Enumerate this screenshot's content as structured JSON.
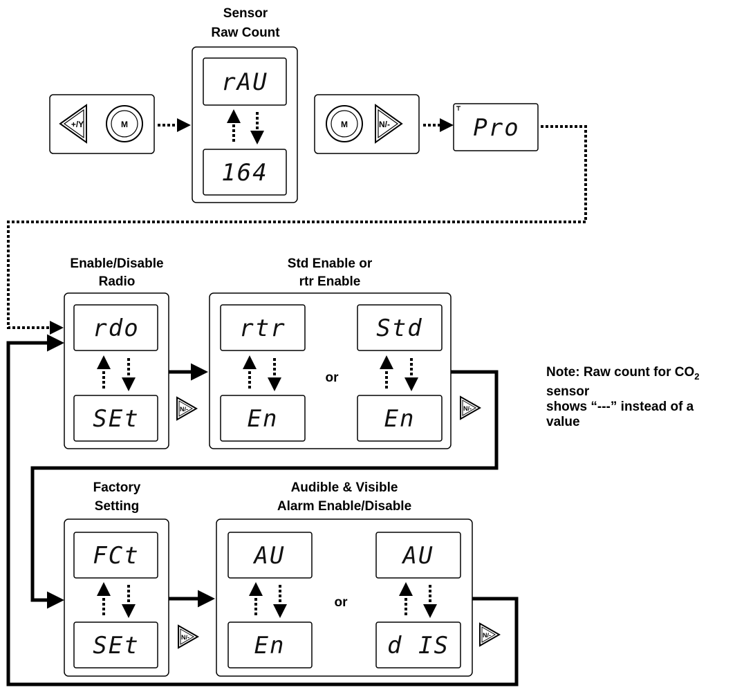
{
  "labels": {
    "sensor_raw_count": [
      "Sensor",
      "Raw Count"
    ],
    "enable_disable_radio": [
      "Enable/Disable",
      "Radio"
    ],
    "std_rtr_enable": [
      "Std Enable or",
      "rtr Enable"
    ],
    "factory_setting": [
      "Factory",
      "Setting"
    ],
    "alarm_enable": [
      "Audible & Visible",
      "Alarm Enable/Disable"
    ],
    "or": "or"
  },
  "displays": {
    "raw_top": "rAU",
    "raw_bottom": "164",
    "pro": "Pro",
    "radio_top": "rdo",
    "radio_bottom": "SEt",
    "rtr_top": "rtr",
    "rtr_bottom": "En",
    "std_top": "Std",
    "std_bottom": "En",
    "fct_top": "FCt",
    "fct_bottom": "SEt",
    "au1_top": "AU",
    "au1_bottom": "En",
    "au2_top": "AU",
    "au2_bottom": "d IS"
  },
  "buttons": {
    "plus_y": "+/Y",
    "mode": "M",
    "n_minus": "N/-"
  },
  "note": {
    "line1_prefix": "Note: Raw count for CO",
    "line1_subscript": "2",
    "line2": "sensor",
    "line3": "shows “---” instead of a",
    "line4": "value"
  }
}
